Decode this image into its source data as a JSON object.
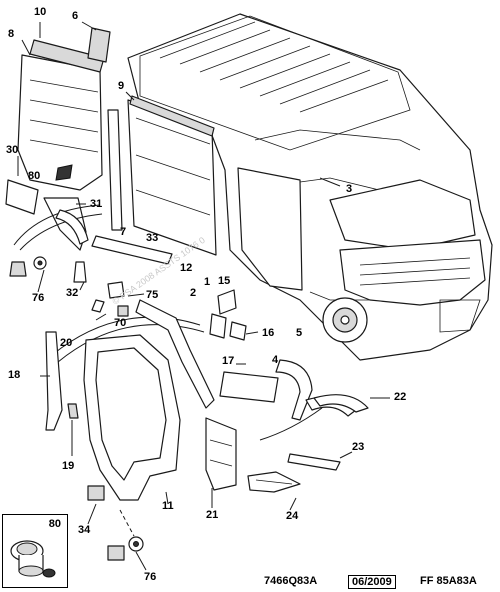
{
  "callouts": {
    "c10": "10",
    "c6": "6",
    "c8": "8",
    "c9": "9",
    "c3": "3",
    "c30": "30",
    "c80": "80",
    "c31": "31",
    "c7": "7",
    "c33": "33",
    "c76a": "76",
    "c32": "32",
    "c75": "75",
    "c2": "2",
    "c15": "15",
    "c12": "12",
    "c1": "1",
    "c70": "70",
    "c16": "16",
    "c5": "5",
    "c20": "20",
    "c17": "17",
    "c4": "4",
    "c18": "18",
    "c22": "22",
    "c23": "23",
    "c19": "19",
    "c11": "11",
    "c21": "21",
    "c24": "24",
    "c34": "34",
    "c76b": "76"
  },
  "inset": {
    "number": "80"
  },
  "footer": {
    "ref": "7466Q83A",
    "date": "06/2009",
    "code": "FF 85A83A"
  },
  "watermark": "© PSA 2008 ASSTS 1076 0"
}
